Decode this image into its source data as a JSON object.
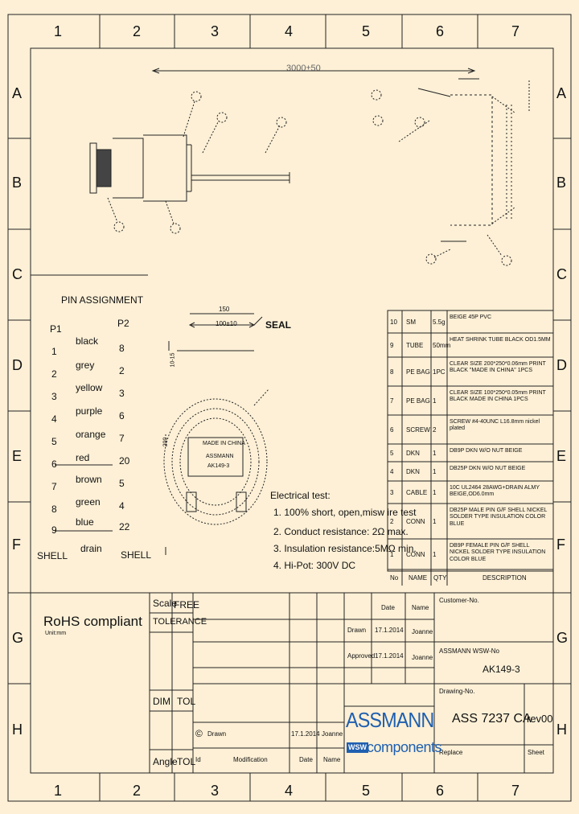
{
  "zones": {
    "columns": [
      "1",
      "2",
      "3",
      "4",
      "5",
      "6",
      "7"
    ],
    "rows": [
      "A",
      "B",
      "C",
      "D",
      "E",
      "F",
      "G",
      "H"
    ]
  },
  "colors": {
    "background": "#fdf0d6",
    "line": "#222222",
    "brand": "#1f5fb0"
  },
  "drawing": {
    "length_dim": "3000±50",
    "dim_150": "150",
    "dim_100": "100±10",
    "dim_side": "10-15",
    "seal": "SEAL",
    "dim_200": "200"
  },
  "label": {
    "line1": "MADE IN CHINA",
    "line2": "ASSMANN",
    "line3": "AK149-3"
  },
  "pin_assignment": {
    "title": "PIN ASSIGNMENT",
    "p1_header": "P1",
    "p2_header": "P2",
    "rows": [
      {
        "p1": "1",
        "color": "black",
        "p2": "8"
      },
      {
        "p1": "2",
        "color": "grey",
        "p2": "2"
      },
      {
        "p1": "3",
        "color": "yellow",
        "p2": "3"
      },
      {
        "p1": "4",
        "color": "purple",
        "p2": "6"
      },
      {
        "p1": "5",
        "color": "orange",
        "p2": "7"
      },
      {
        "p1": "6",
        "color": "red",
        "p2": "20"
      },
      {
        "p1": "7",
        "color": "brown",
        "p2": "5"
      },
      {
        "p1": "8",
        "color": "green",
        "p2": "4"
      },
      {
        "p1": "9",
        "color": "blue",
        "p2": "22"
      }
    ],
    "shell_left": "SHELL",
    "shell_right": "SHELL",
    "drain": "drain"
  },
  "electrical_test": {
    "title": "Electrical test:",
    "items": [
      "1. 100% short, open,misw ire test",
      "2. Conduct resistance: 2Ω max.",
      "3. Insulation resistance:5MΩ min.",
      "4. Hi-Pot: 300V DC"
    ]
  },
  "bom": {
    "header": {
      "no": "No",
      "name": "NAME",
      "qty": "QTY",
      "desc": "DESCRIPTION"
    },
    "rows": [
      {
        "no": "10",
        "name": "SM",
        "qty": "5.5g",
        "desc": "BEIGE 45P PVC"
      },
      {
        "no": "9",
        "name": "TUBE",
        "qty": "50mm",
        "desc": "HEAT SHRINK TUBE BLACK OD1.5MM"
      },
      {
        "no": "8",
        "name": "PE BAG",
        "qty": "1PC",
        "desc": "CLEAR SIZE 200*250*0.06mm PRINT BLACK \"MADE IN CHINA\" 1PCS"
      },
      {
        "no": "7",
        "name": "PE BAG",
        "qty": "1",
        "desc": "CLEAR SIZE 100*250*0.05mm PRINT BLACK MADE IN CHINA 1PCS"
      },
      {
        "no": "6",
        "name": "SCREW",
        "qty": "2",
        "desc": "SCREW #4-40UNC L16.8mm nickel plated"
      },
      {
        "no": "5",
        "name": "DKN",
        "qty": "1",
        "desc": "DB9P DKN W/O NUT BEIGE"
      },
      {
        "no": "4",
        "name": "DKN",
        "qty": "1",
        "desc": "DB25P DKN W/O NUT BEIGE"
      },
      {
        "no": "3",
        "name": "CABLE",
        "qty": "1",
        "desc": "10C UL2464 28AWG+DRAIN ALMY BEIGE,OD6.0mm"
      },
      {
        "no": "2",
        "name": "CONN",
        "qty": "1",
        "desc": "DB25P MALE PIN G/F SHELL NICKEL SOLDER TYPE INSULATION COLOR BLUE"
      },
      {
        "no": "1",
        "name": "CONN",
        "qty": "1",
        "desc": "DB9P FEMALE PIN G/F SHELL NICKEL SOLDER TYPE INSULATION COLOR BLUE"
      }
    ]
  },
  "title_block": {
    "rohs": "RoHS compliant",
    "unit": "Unit:mm",
    "scale_label": "Scale",
    "scale_value": "FREE",
    "tolerance_label": "TOLERANCE",
    "dim_label": "DIM",
    "tol_label": "TOL",
    "angle_label": "Angle",
    "tol2_label": "TOL",
    "date_label": "Date",
    "name_label": "Name",
    "drawn_label": "Drawn",
    "drawn_date": "17.1.2014",
    "drawn_name": "Joanne",
    "approved_label": "Approved",
    "approved_date": "17.1.2014",
    "approved_name": "Joanne",
    "customer_no_label": "Customer-No.",
    "assmann_no_label": "ASSMANN WSW-No",
    "part_number": "AK149-3",
    "drawing_no_label": "Drawing-No.",
    "drawing_number": "ASS 7237 CA",
    "revision": "rev00",
    "replace_label": "Replace",
    "sheet_label": "Sheet",
    "copyright": "©",
    "mod_drawn": "Drawn",
    "mod_date": "17.1.2014",
    "mod_name": "Joanne",
    "id_label": "Id",
    "modification_label": "Modification",
    "date2_label": "Date",
    "name2_label": "Name",
    "brand": "ASSMANN",
    "brand_sub_badge": "WSW",
    "brand_sub": "components"
  }
}
